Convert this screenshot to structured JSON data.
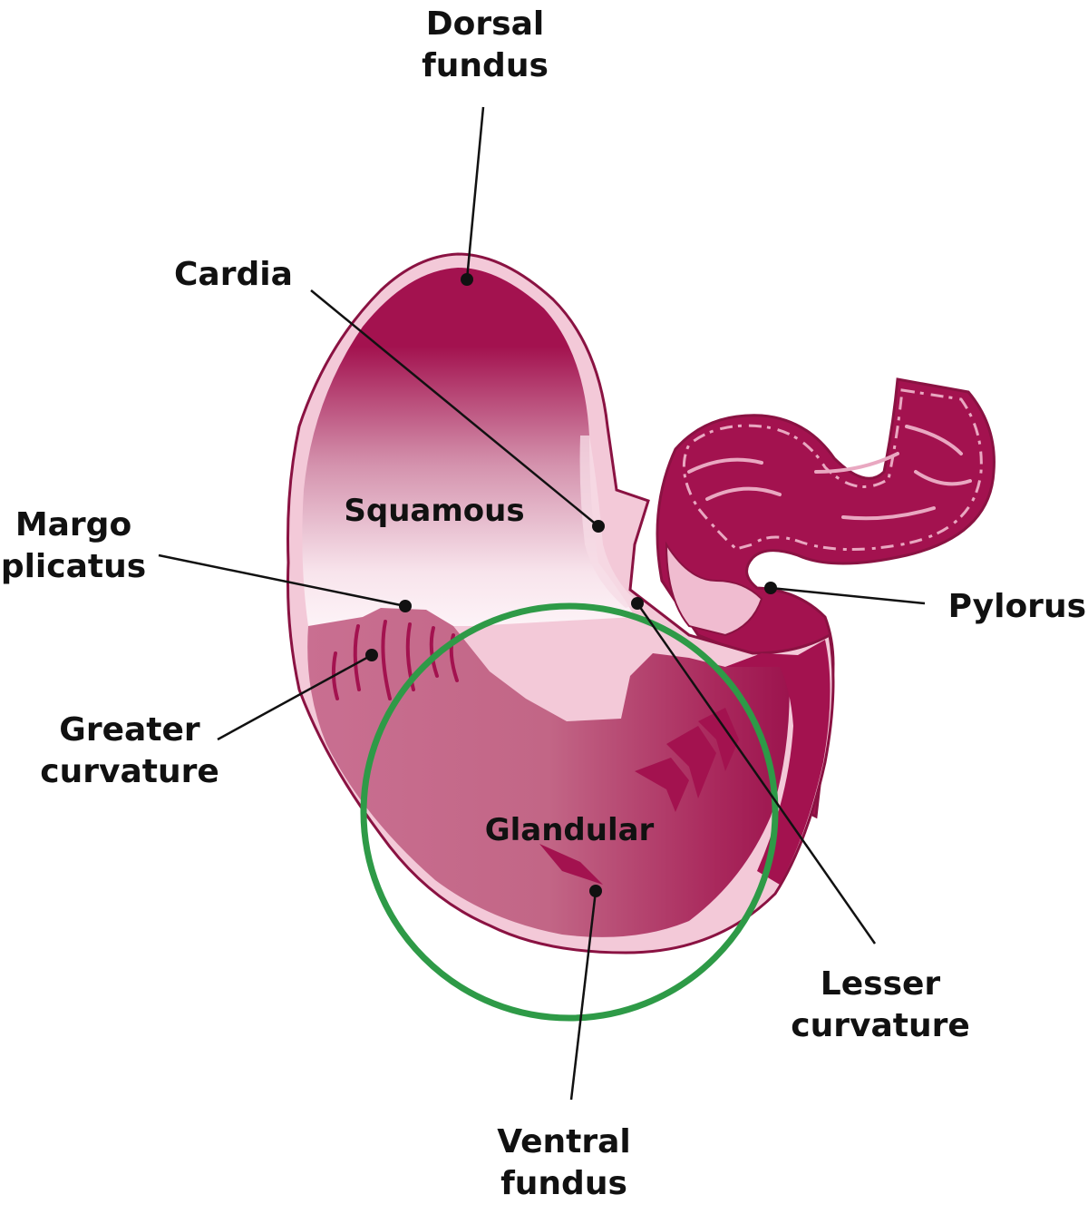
{
  "diagram": {
    "labels": {
      "dorsal_fundus": [
        "Dorsal",
        "fundus"
      ],
      "cardia": "Cardia",
      "margo_plicatus": [
        "Margo",
        "plicatus"
      ],
      "greater_curvature": [
        "Greater",
        "curvature"
      ],
      "pylorus": "Pylorus",
      "lesser_curvature": [
        "Lesser",
        "curvature"
      ],
      "ventral_fundus": [
        "Ventral",
        "fundus"
      ],
      "squamous": "Squamous",
      "glandular": "Glandular"
    },
    "colors": {
      "tissue_dark": "#a3124f",
      "tissue_mid": "#c6708e",
      "tissue_light": "#f6dce6",
      "outline": "#8a1242",
      "highlight_circle": "#2e9a47",
      "leader": "#111111"
    }
  }
}
